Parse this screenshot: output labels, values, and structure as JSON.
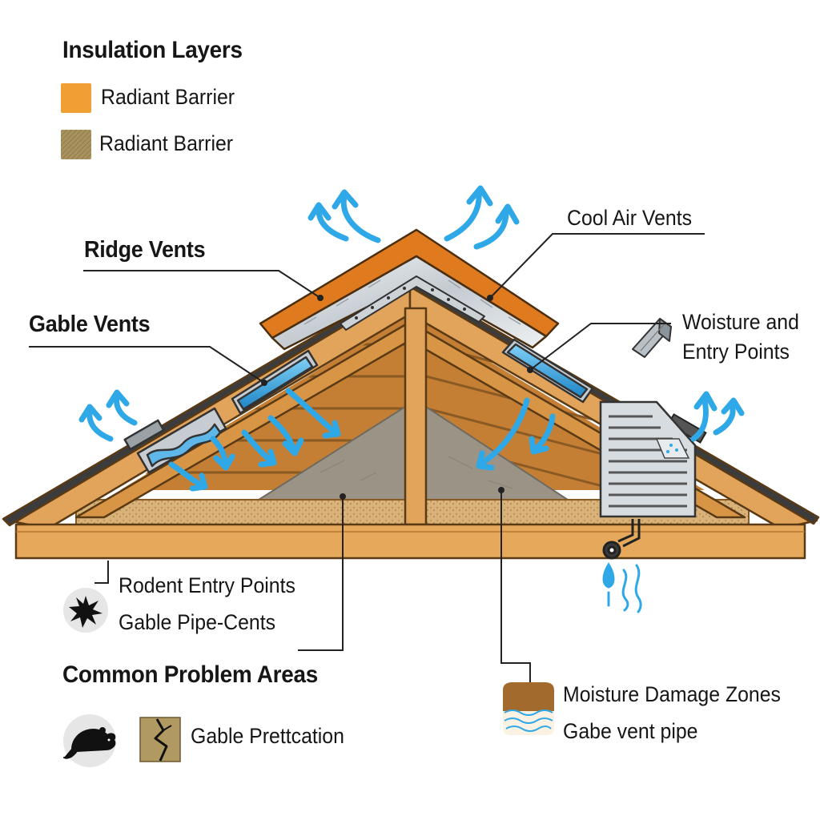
{
  "legend": {
    "title": "Insulation Layers",
    "items": [
      {
        "label": "Radiant Barrier",
        "color": "#f0a033"
      },
      {
        "label": "Radiant Barrier",
        "color": "#a8935f"
      }
    ]
  },
  "callouts": {
    "ridge_vents": "Ridge Vents",
    "gable_vents": "Gable Vents",
    "cool_air_vents": "Cool Air Vents",
    "moisture_entry_line1": "Woisture and",
    "moisture_entry_line2": "Entry Points",
    "rodent_entry": "Rodent Entry Points",
    "gable_pipe": "Gable Pipe-Cents",
    "moisture_damage": "Moisture Damage Zones",
    "gable_vent_pipe": "Gabe vent pipe"
  },
  "problems": {
    "title": "Common Problem Areas",
    "item_label": "Gable Prettcation"
  },
  "colors": {
    "roof_sheathing": "#e07a1f",
    "timber": "#e2a35a",
    "timber_dark": "#b8742e",
    "insulation": "#d6b37a",
    "attic_fill": "#9b9486",
    "airflow": "#2fa8e8",
    "vent_metal": "#b9c0c6"
  },
  "icons": [
    "airflow-arrow-icon",
    "rodent-icon",
    "crack-icon",
    "splat-icon",
    "water-drip-icon",
    "wood-shim-icon",
    "moisture-layer-icon"
  ]
}
